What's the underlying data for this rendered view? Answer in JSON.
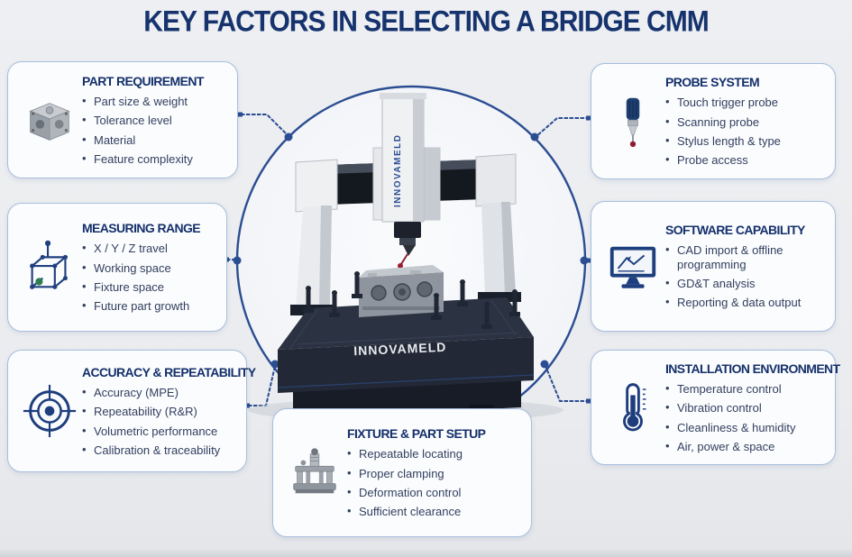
{
  "title": "KEY FACTORS IN SELECTING A BRIDGE CMM",
  "center_machine": {
    "base_label": "INNOVAMELD",
    "column_label": "INNOVAMELD"
  },
  "boxes": [
    {
      "id": "part-requirement",
      "title": "PART REQUIREMENT",
      "icon": "machined-part-icon",
      "items": [
        "Part size & weight",
        "Tolerance level",
        "Material",
        "Feature complexity"
      ]
    },
    {
      "id": "measuring-range",
      "title": "MEASURING RANGE",
      "icon": "cube-wireframe-icon",
      "items": [
        "X / Y / Z travel",
        "Working space",
        "Fixture space",
        "Future part growth"
      ]
    },
    {
      "id": "accuracy-repeatability",
      "title": "ACCURACY & REPEATABILITY",
      "icon": "target-icon",
      "items": [
        "Accuracy (MPE)",
        "Repeatability (R&R)",
        "Volumetric performance",
        "Calibration & traceability"
      ]
    },
    {
      "id": "probe-system",
      "title": "PROBE SYSTEM",
      "icon": "probe-icon",
      "items": [
        "Touch trigger probe",
        "Scanning probe",
        "Stylus length & type",
        "Probe access"
      ]
    },
    {
      "id": "software-capability",
      "title": "SOFTWARE CAPABILITY",
      "icon": "monitor-icon",
      "items": [
        "CAD import & offline programming",
        "GD&T analysis",
        "Reporting & data output"
      ]
    },
    {
      "id": "installation-environment",
      "title": "INSTALLATION ENVIRONMENT",
      "icon": "thermometer-icon",
      "items": [
        "Temperature control",
        "Vibration control",
        "Cleanliness & humidity",
        "Air, power & space"
      ]
    },
    {
      "id": "fixture-part-setup",
      "title": "FIXTURE & PART SETUP",
      "icon": "fixture-icon",
      "items": [
        "Repeatable locating",
        "Proper clamping",
        "Deformation control",
        "Sufficient clearance"
      ]
    }
  ],
  "colors": {
    "background": "#eceef1",
    "accent_navy": "#16336e",
    "bullet_text": "#313f5e",
    "box_border": "#a7bedd",
    "circle_blue": "#2b4d92",
    "machine_dark": "#222836",
    "machine_white": "#f0f1f3",
    "ruby_red": "#9c1a2e",
    "cube_green": "#2e7d4f"
  }
}
